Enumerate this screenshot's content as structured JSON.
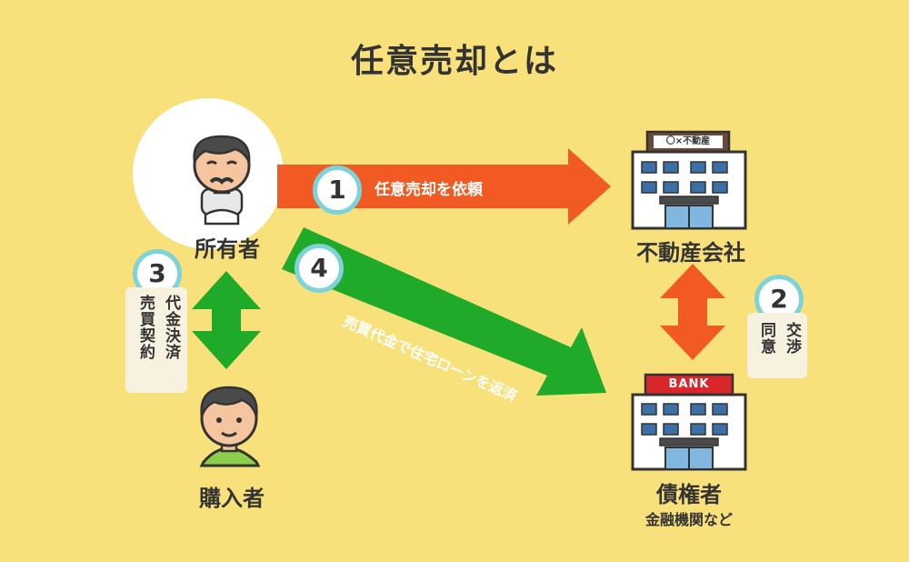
{
  "title": "任意売却とは",
  "nodes": {
    "owner": "所有者",
    "realestate": "不動産会社",
    "realestate_sign": "〇×不動産",
    "buyer": "購入者",
    "creditor": "債権者",
    "creditor_sub": "金融機関など",
    "bank_sign": "BANK"
  },
  "steps": {
    "s1": {
      "num": "1",
      "text": "任意売却を依頼"
    },
    "s2": {
      "num": "2",
      "col1": "交渉",
      "col2": "同意"
    },
    "s3": {
      "num": "3",
      "col1": "代金決済",
      "col2": "売買契約"
    },
    "s4": {
      "num": "4",
      "text": "売買代金で住宅ローンを返済"
    }
  },
  "colors": {
    "background": "#f8e07a",
    "orange_arrow": "#f15a22",
    "green_arrow": "#1faa29",
    "number_ring": "#7ed3d9"
  }
}
